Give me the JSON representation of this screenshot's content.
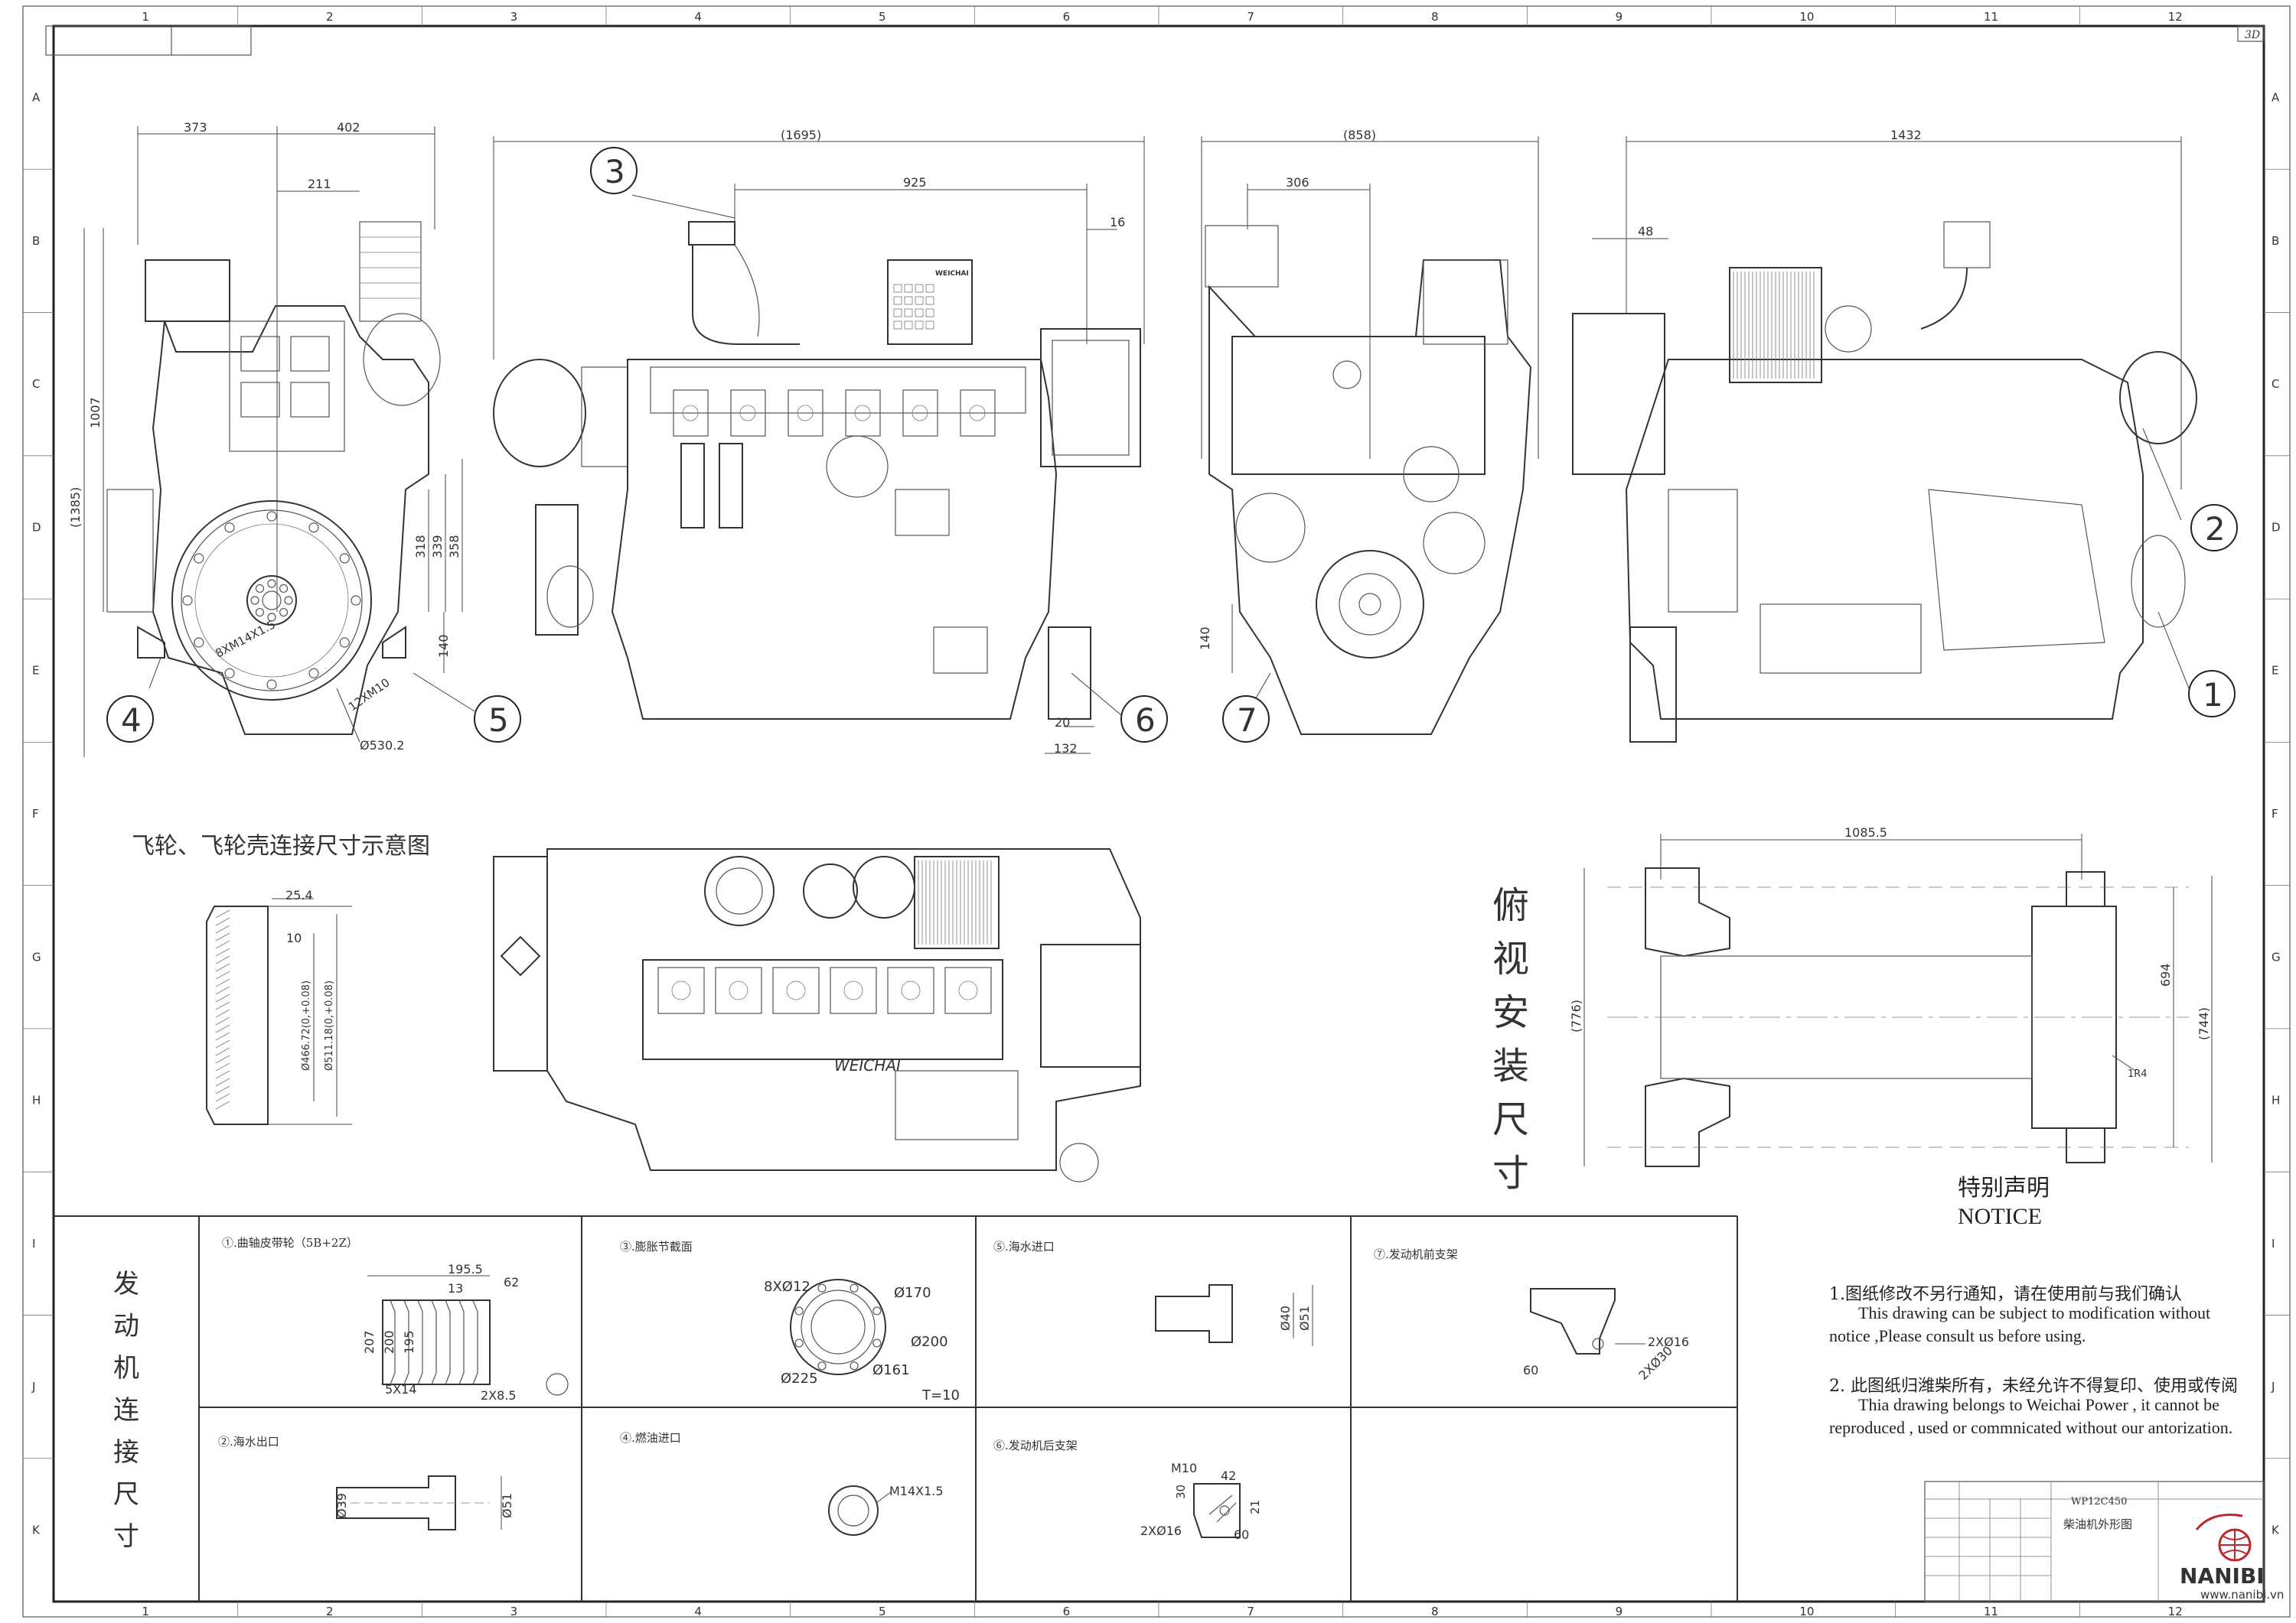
{
  "sheet": {
    "format_tag": "3D",
    "column_labels": [
      "1",
      "2",
      "3",
      "4",
      "5",
      "6",
      "7",
      "8",
      "9",
      "10",
      "11",
      "12"
    ],
    "row_labels": [
      "A",
      "B",
      "C",
      "D",
      "E",
      "F",
      "G",
      "H",
      "I",
      "J",
      "K"
    ]
  },
  "views": {
    "front": {
      "dims": [
        "373",
        "402",
        "211",
        "1007",
        "(1385)",
        "318",
        "339",
        "358",
        "140",
        "8XM14X1.5",
        "12XM10",
        "Ø530.2"
      ],
      "balloons": [
        "4",
        "5"
      ]
    },
    "side_left": {
      "dims": [
        "(1695)",
        "925",
        "16",
        "20",
        "132"
      ],
      "balloons": [
        "3",
        "6"
      ],
      "panel_brand": "WEICHAI"
    },
    "rear": {
      "dims": [
        "(858)",
        "306",
        "140"
      ],
      "balloons": [
        "7"
      ]
    },
    "side_right": {
      "dims": [
        "1432",
        "48"
      ],
      "balloons": [
        "2",
        "1"
      ]
    },
    "flywheel_title": "飞轮、飞轮壳连接尺寸示意图",
    "flywheel_dims": [
      "25.4",
      "10",
      "Ø466.72(0,+0.08)",
      "Ø511.18(0,+0.08)"
    ],
    "top_view_title": "俯视安装尺寸",
    "top_view_block_logo": "WEICHAI",
    "mount": {
      "dims": [
        "1085.5",
        "(776)",
        "694",
        "(744)",
        "1R4"
      ]
    }
  },
  "connection": {
    "title": "发动机连接尺寸",
    "cells": [
      {
        "label": "①.曲轴皮带轮（5B+2Z）",
        "dims": [
          "195.5",
          "13",
          "62",
          "207",
          "200",
          "195",
          "5X14",
          "2X8.5"
        ]
      },
      {
        "label": "③.膨胀节截面",
        "dims": [
          "8XØ12",
          "Ø170",
          "Ø200",
          "Ø225",
          "Ø161",
          "T=10"
        ]
      },
      {
        "label": "⑤.海水进口",
        "dims": [
          "Ø40",
          "Ø51"
        ]
      },
      {
        "label": "⑦.发动机前支架",
        "dims": [
          "2XØ16",
          "60",
          "2XØ30"
        ]
      },
      {
        "label": "②.海水出口",
        "dims": [
          "Ø39",
          "Ø51"
        ]
      },
      {
        "label": "④.燃油进口",
        "dims": [
          "M14X1.5"
        ]
      },
      {
        "label": "⑥.发动机后支架",
        "dims": [
          "M10",
          "42",
          "30",
          "21",
          "2XØ16",
          "60"
        ]
      }
    ]
  },
  "notice": {
    "title_cn": "特别声明",
    "title_en": "NOTICE",
    "item1_cn": "1.图纸修改不另行通知，请在使用前与我们确认",
    "item1_en_a": "This drawing can be subject to modification without",
    "item1_en_b": "notice ,Please consult us before using.",
    "item2_cn": "2. 此图纸归潍柴所有，未经允许不得复印、使用或传阅",
    "item2_en_a": "Thia drawing belongs to Weichai Power , it cannot be",
    "item2_en_b": "reproduced , used or commnicated without our antorization."
  },
  "title_block": {
    "model": "WP12C450",
    "name": "柴油机外形图"
  },
  "watermark": {
    "brand": "NANIBI",
    "url": "www.nanibi.vn"
  },
  "colors": {
    "line": "#333333",
    "watermark_red": "#c0272d"
  }
}
